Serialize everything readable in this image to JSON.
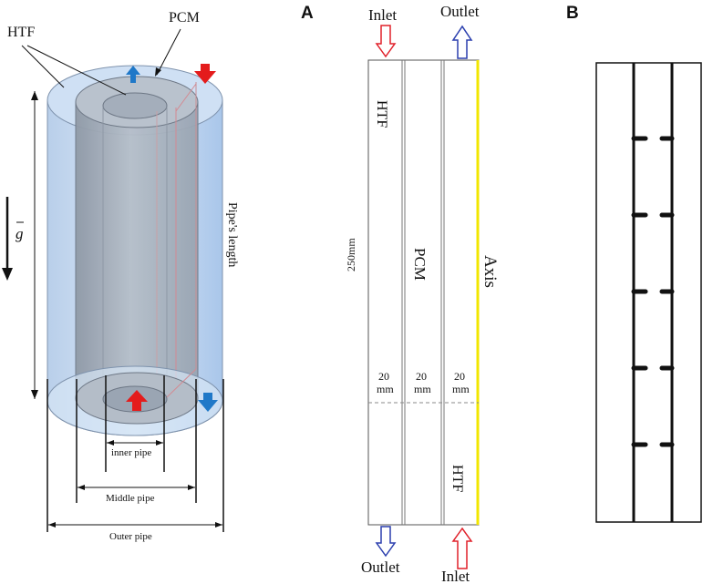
{
  "left_figure": {
    "label_pcm": "PCM",
    "label_htf": "HTF",
    "label_pipe_length": "Pipe's length",
    "label_gravity": "g",
    "label_inner_pipe": "inner pipe",
    "label_middle_pipe": "Middle pipe",
    "label_outer_pipe": "Outer pipe"
  },
  "panel_a": {
    "letter": "A",
    "inlet_top": "Inlet",
    "outlet_top": "Outlet",
    "outlet_bottom": "Outlet",
    "inlet_bottom": "Inlet",
    "htf_top": "HTF",
    "htf_bottom": "HTF",
    "pcm": "PCM",
    "axis": "Axis",
    "length": "250mm",
    "widths": [
      {
        "value": "20",
        "unit": "mm"
      },
      {
        "value": "20",
        "unit": "mm"
      },
      {
        "value": "20",
        "unit": "mm"
      }
    ]
  },
  "panel_b": {
    "letter": "B",
    "fin_rows": 5
  },
  "colors": {
    "inlet_arrow": "#e0202a",
    "outlet_arrow": "#2b3fae",
    "axis_line": "#f2e600",
    "shell_fill": "#c9dcf2",
    "inner_fill": "#a9b4c2",
    "red_arrow": "#e41c1c",
    "blue_arrow": "#1f78c8"
  }
}
